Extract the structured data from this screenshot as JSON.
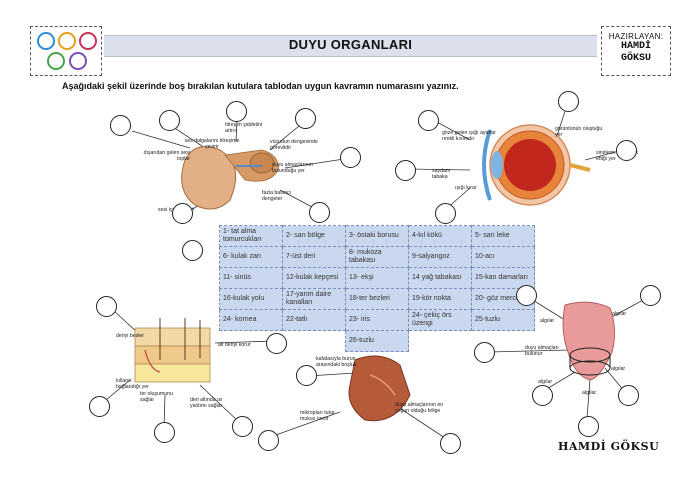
{
  "header": {
    "title": "DUYU ORGANLARI",
    "prepared_label": "HAZIRLAYAN:",
    "prepared_first": "HAMDİ",
    "prepared_last": "GÖKSU",
    "logo_colors": [
      "#2f8fd6",
      "#e2a21c",
      "#47a34a",
      "#c8325a",
      "#7a4fb5"
    ]
  },
  "instruction": "Aşağıdaki şekil üzerinde boş bırakılan kutulara tablodan uygun kavramın numarasını yazınız.",
  "concepts": [
    [
      "1- tat alma tomurcukları",
      "2- sarı bölge",
      "3- östaki borusu",
      "4-kıl kökü",
      "5- sarı leke"
    ],
    [
      "6- kulak zarı",
      "7-üst deri",
      "8- mukoza tabakası",
      "9-salyangoz",
      "10-acı"
    ],
    [
      "11- sinüs",
      "12-kulak kepçesi",
      "13- ekşi",
      "14 yağ tabakası",
      "15-kan damarları"
    ],
    [
      "16-kulak yolu",
      "17-yarım daire kanalları",
      "18-ter bezleri",
      "19-kör nokta",
      "20- göz merceği"
    ],
    [
      "24- kornea",
      "22-tatlı",
      "23- iris",
      "24- çekiç örs üzengi",
      "25-tuzlu"
    ],
    [
      "",
      "",
      "26-tuzlu",
      "",
      ""
    ]
  ],
  "ear": {
    "labels": [
      "ses dalgalarını titreşime çevirir",
      "titreşim şiddetini artırır",
      "vücudun dengesinde görevlidir",
      "dışarıdan gelen sesi toplar",
      "duyu almaçlarının bulunduğu yer",
      "fazla basıncı dengeler",
      "sesi içeriye iletir"
    ]
  },
  "eye": {
    "labels": [
      "göze gelen ışığı ayarlar renkli kısımdır",
      "görüntünün oluştuğu yer",
      "sinirlerin gözü terk ettiği yer",
      "saydam tabaka",
      "ışığı kırar"
    ]
  },
  "skin": {
    "labels": [
      "deriyi besler",
      "alt deriyi korur",
      "kılların bağlandığı yer",
      "ter oluşumunu sağlar",
      "deri altında ısı yalıtımı sağlar"
    ]
  },
  "nose": {
    "labels": [
      "kafatasıyla burun arasındaki boşluk",
      "mikropları tutar mukus üretir",
      "duyu almaçlarının en yoğun olduğu bölge"
    ]
  },
  "tongue": {
    "labels": [
      "algılar",
      "algılar",
      "duyu almaçları bulunur",
      "algılar",
      "algılar",
      "algılar"
    ]
  },
  "signature": "HAMDİ GÖKSU"
}
